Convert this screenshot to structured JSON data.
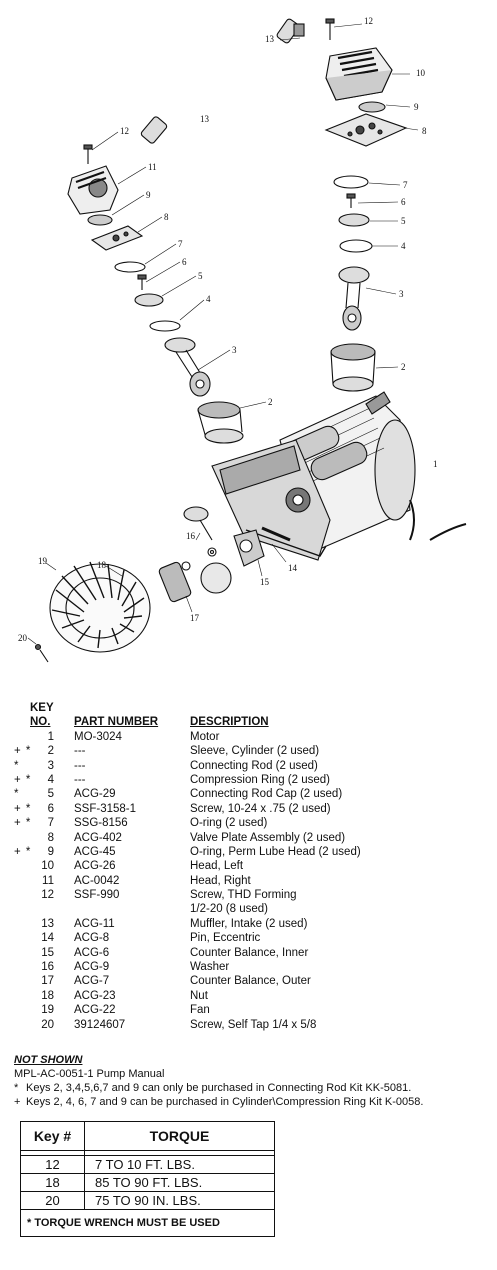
{
  "diagram": {
    "callouts": [
      "12",
      "13",
      "10",
      "9",
      "8",
      "7",
      "6",
      "5",
      "4",
      "3",
      "2",
      "1",
      "12",
      "13",
      "11",
      "9",
      "8",
      "7",
      "6",
      "5",
      "4",
      "3",
      "2",
      "16",
      "14",
      "15",
      "17",
      "18",
      "19",
      "20"
    ]
  },
  "parts_list": {
    "header_key_line1": "KEY",
    "header_key_line2": "NO.",
    "header_part": "PART NUMBER",
    "header_desc": "DESCRIPTION",
    "rows": [
      {
        "mark": "",
        "key": "1",
        "part": "MO-3024",
        "desc": "Motor"
      },
      {
        "mark": "+ *",
        "key": "2",
        "part": "---",
        "desc": "Sleeve, Cylinder (2 used)"
      },
      {
        "mark": "*",
        "key": "3",
        "part": "---",
        "desc": "Connecting Rod (2 used)"
      },
      {
        "mark": "+ *",
        "key": "4",
        "part": "---",
        "desc": "Compression Ring (2 used)"
      },
      {
        "mark": "*",
        "key": "5",
        "part": "ACG-29",
        "desc": "Connecting Rod Cap (2 used)"
      },
      {
        "mark": "+ *",
        "key": "6",
        "part": "SSF-3158-1",
        "desc": "Screw, 10-24 x .75 (2 used)"
      },
      {
        "mark": "+ *",
        "key": "7",
        "part": "SSG-8156",
        "desc": "O-ring (2 used)"
      },
      {
        "mark": "",
        "key": "8",
        "part": "ACG-402",
        "desc": "Valve Plate Assembly (2 used)"
      },
      {
        "mark": "+ *",
        "key": "9",
        "part": "ACG-45",
        "desc": "O-ring, Perm Lube Head (2 used)"
      },
      {
        "mark": "",
        "key": "10",
        "part": "ACG-26",
        "desc": "Head, Left"
      },
      {
        "mark": "",
        "key": "11",
        "part": "AC-0042",
        "desc": "Head, Right"
      },
      {
        "mark": "",
        "key": "12",
        "part": "SSF-990",
        "desc": "Screw, THD Forming"
      },
      {
        "mark": "",
        "key": "",
        "part": "",
        "desc": "1/2-20 (8 used)"
      },
      {
        "mark": "",
        "key": "13",
        "part": "ACG-11",
        "desc": "Muffler, Intake (2 used)"
      },
      {
        "mark": "",
        "key": "14",
        "part": "ACG-8",
        "desc": "Pin, Eccentric"
      },
      {
        "mark": "",
        "key": "15",
        "part": "ACG-6",
        "desc": "Counter Balance, Inner"
      },
      {
        "mark": "",
        "key": "16",
        "part": "ACG-9",
        "desc": "Washer"
      },
      {
        "mark": "",
        "key": "17",
        "part": "ACG-7",
        "desc": "Counter Balance, Outer"
      },
      {
        "mark": "",
        "key": "18",
        "part": "ACG-23",
        "desc": "Nut"
      },
      {
        "mark": "",
        "key": "19",
        "part": "ACG-22",
        "desc": "Fan"
      },
      {
        "mark": "",
        "key": "20",
        "part": "39124607",
        "desc": "Screw, Self Tap 1/4 x 5/8"
      }
    ]
  },
  "not_shown": {
    "title": "NOT SHOWN",
    "items": [
      "MPL-AC-0051-1 Pump Manual"
    ]
  },
  "notes": [
    {
      "symbol": "*",
      "text": "Keys 2, 3,4,5,6,7 and 9 can only be purchased in Connecting Rod Kit KK-5081."
    },
    {
      "symbol": "+",
      "text": "Keys 2, 4, 6, 7 and 9 can be purchased in Cylinder\\Compression Ring Kit K-0058."
    }
  ],
  "torque_table": {
    "header_key": "Key #",
    "header_torque": "TORQUE",
    "rows": [
      {
        "key": "12",
        "torque": "7 TO 10 FT. LBS."
      },
      {
        "key": "18",
        "torque": "85 TO 90 FT. LBS."
      },
      {
        "key": "20",
        "torque": "75 TO 90 IN. LBS."
      }
    ],
    "footnote": "* TORQUE WRENCH MUST BE USED"
  }
}
